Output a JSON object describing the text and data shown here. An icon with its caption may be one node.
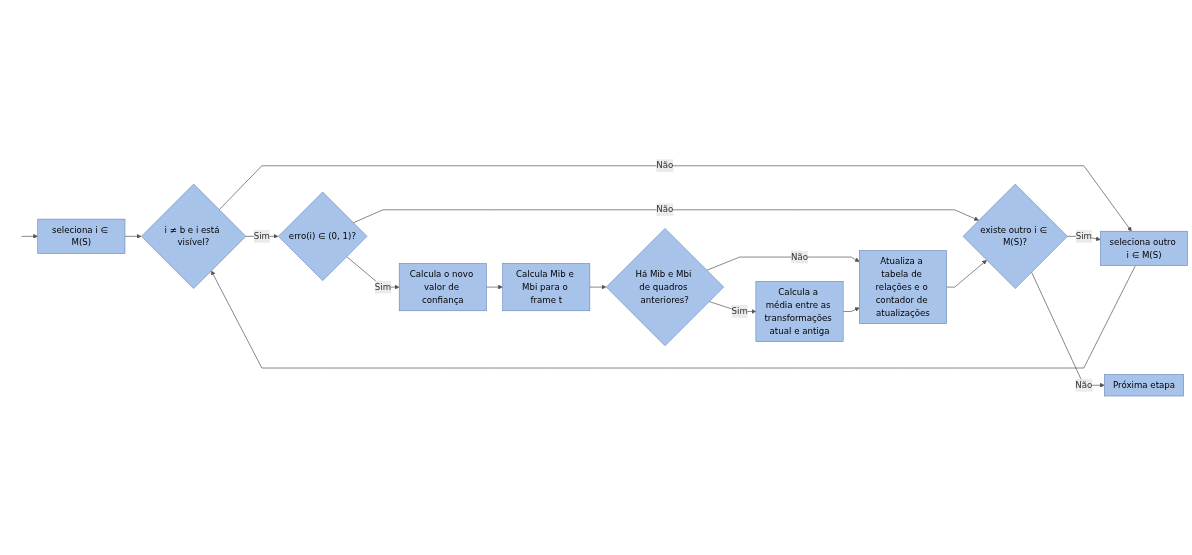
{
  "diagram": {
    "nodes": [
      {
        "text": [
          "seleciona i ∈ M(S)"
        ]
      },
      {
        "text": [
          "i ≠ b e i está visível?"
        ]
      },
      {
        "text": [
          "erro(i) ∈ (0, 1)?"
        ]
      },
      {
        "text": [
          "Calcula o novo valor de confiança"
        ]
      },
      {
        "text": [
          "Calcula Mib e Mbi para o frame t"
        ]
      },
      {
        "text": [
          "Há Mib e Mbi de quadros anteriores?"
        ]
      },
      {
        "text": [
          "Atualiza a tabela de relações e o contador de atualizações"
        ]
      },
      {
        "text": [
          "Calcula a média entre as transformações atual e antiga"
        ]
      },
      {
        "text": [
          "existe outro i ∈ M(S)?"
        ]
      },
      {
        "text": [
          "seleciona outro i ∈ M(S)"
        ]
      },
      {
        "text": [
          "Próxima etapa"
        ]
      }
    ],
    "edges": [
      {
        "from": null,
        "to": 0,
        "arrow": "to"
      },
      {
        "from": 0,
        "to": 1,
        "arrow": "to"
      },
      {
        "from": 1,
        "to": 2,
        "arrow": "to",
        "label": "Sim"
      },
      {
        "from": 1,
        "to": 9,
        "arrow": "to",
        "label": "Não"
      },
      {
        "from": 2,
        "to": 3,
        "arrow": "to",
        "label": "Sim"
      },
      {
        "from": 2,
        "to": 8,
        "arrow": "to",
        "label": "Não"
      },
      {
        "from": 3,
        "to": 4,
        "arrow": "to"
      },
      {
        "from": 4,
        "to": 5,
        "arrow": "to"
      },
      {
        "from": 5,
        "to": 6,
        "arrow": "to",
        "label": "Não"
      },
      {
        "from": 5,
        "to": 7,
        "arrow": "to",
        "label": "Sim"
      },
      {
        "from": 7,
        "to": 6,
        "arrow": "to"
      },
      {
        "from": 6,
        "to": 8,
        "arrow": "to"
      },
      {
        "from": 8,
        "to": 9,
        "arrow": "to",
        "label": "Sim"
      },
      {
        "from": 8,
        "to": 10,
        "arrow": "to",
        "label": "Não"
      },
      {
        "from": 9,
        "to": 1,
        "arrow": "to"
      }
    ]
  }
}
